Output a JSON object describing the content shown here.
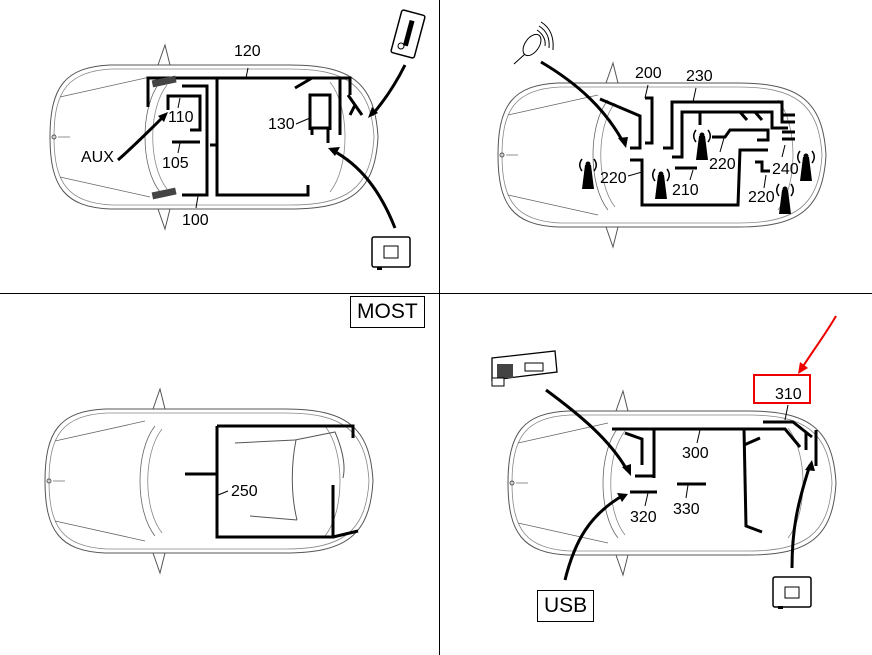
{
  "panels": {
    "top_left": {
      "labels": {
        "l120": "120",
        "l110": "110",
        "l105": "105",
        "l100": "100",
        "l130": "130",
        "aux": "AUX"
      },
      "devices": [
        "portable-media-player",
        "navigation-display"
      ]
    },
    "top_right": {
      "labels": {
        "l200": "200",
        "l230": "230",
        "l220a": "220",
        "l220b": "220",
        "l220c": "220",
        "l210": "210",
        "l240": "240"
      },
      "devices": [
        "key-fob-remote",
        "antenna-icons"
      ]
    },
    "bottom_left": {
      "tag": "MOST",
      "labels": {
        "l250": "250"
      }
    },
    "bottom_right": {
      "tag": "USB",
      "labels": {
        "l300": "300",
        "l310": "310",
        "l320": "320",
        "l330": "330"
      },
      "highlight": {
        "label": "310",
        "color": "#e00000"
      },
      "devices": [
        "head-unit",
        "navigation-display"
      ]
    }
  },
  "colors": {
    "line": "#000000",
    "car_outline": "#555555",
    "highlight": "#e00000",
    "background": "#ffffff"
  }
}
